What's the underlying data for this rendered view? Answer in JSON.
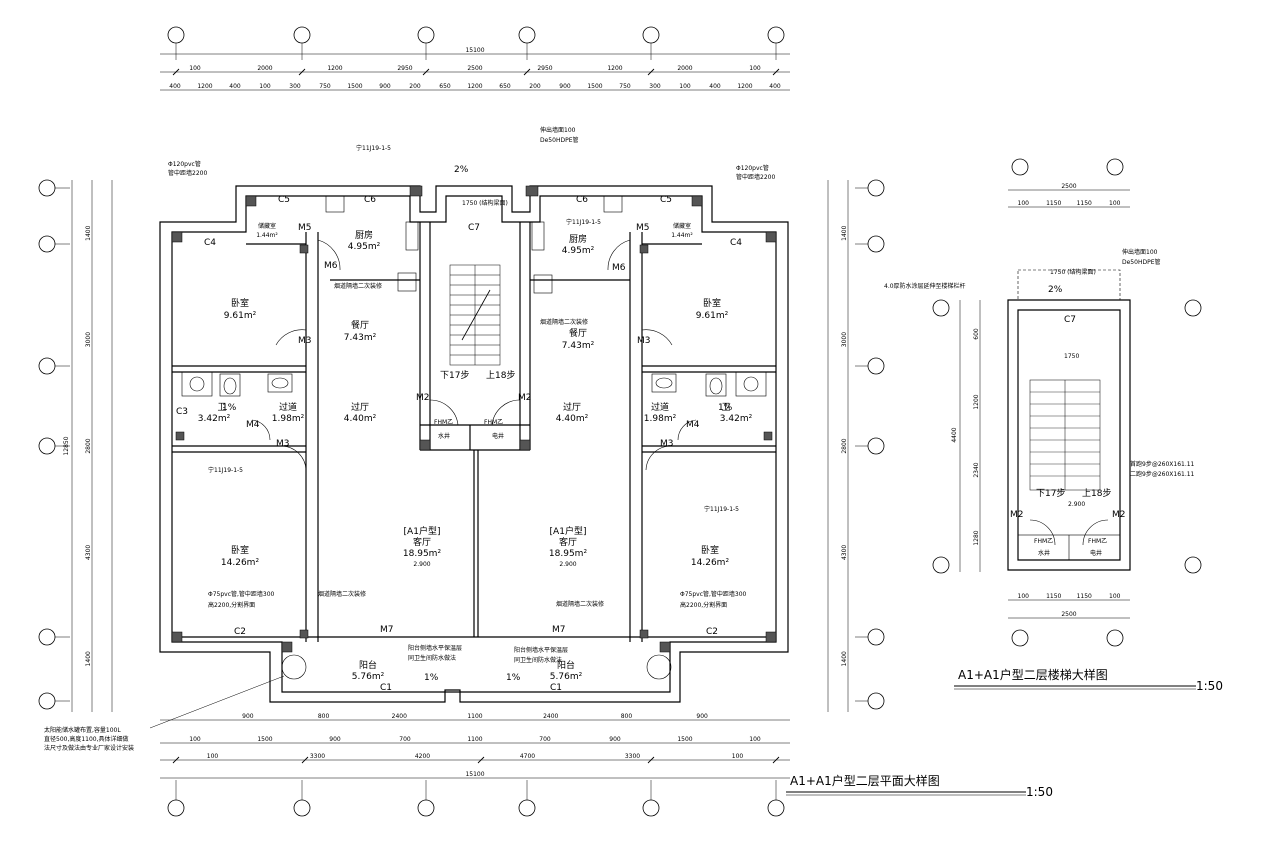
{
  "main_plan": {
    "title": "A1+A1户型二层平面大样图",
    "scale": "1:50",
    "total_dim": "15100",
    "top_dims": [
      "100",
      "2000",
      "1200",
      "2950",
      "2500",
      "2950",
      "1200",
      "2000",
      "100"
    ],
    "top_detail_dims": [
      "400",
      "1200",
      "400",
      "100",
      "300",
      "750",
      "1500",
      "900",
      "200",
      "650",
      "1200",
      "650",
      "200",
      "900",
      "1500",
      "750",
      "300",
      "100",
      "400",
      "1200",
      "400"
    ],
    "bottom_dims_1": [
      "900",
      "800",
      "2400",
      "1100",
      "2400",
      "800",
      "900"
    ],
    "bottom_dims_2": [
      "100",
      "1500",
      "900",
      "700",
      "1100",
      "700",
      "900",
      "1500",
      "100"
    ],
    "bottom_dims_3": [
      "100",
      "3300",
      "4200",
      "4700",
      "3300",
      "100"
    ],
    "bottom_total": "15100",
    "left_dims": [
      "1400",
      "3000",
      "2800",
      "4300",
      "1400"
    ],
    "left_total": "12850",
    "right_dims": [
      "1400",
      "3000",
      "2800",
      "4300",
      "1400"
    ],
    "rooms": [
      {
        "name": "卧室",
        "area": "9.61m²"
      },
      {
        "name": "餐厅",
        "area": "7.43m²"
      },
      {
        "name": "厨房",
        "area": "4.95m²"
      },
      {
        "name": "储藏室",
        "area": "1.44m²"
      },
      {
        "name": "过厅",
        "area": "4.40m²"
      },
      {
        "name": "过道",
        "area": "1.98m²"
      },
      {
        "name": "卫",
        "area": "3.42m²"
      },
      {
        "name": "卧室",
        "area": "14.26m²"
      },
      {
        "name": "客厅",
        "area": "18.95m²"
      },
      {
        "name": "阳台",
        "area": "5.76m²"
      }
    ],
    "unit_label": "[A1户型]",
    "level": "2.900",
    "doors": [
      "M3",
      "M4",
      "M5",
      "M6",
      "M7",
      "M2",
      "C1",
      "C2",
      "C3",
      "C4",
      "C5",
      "C6",
      "C7"
    ],
    "stairs": {
      "down": "下17步",
      "up": "上18步"
    },
    "notes": {
      "pipe_left": "Φ120pvc管",
      "pipe_left_2": "管中距墙2200",
      "pipe_right": "Φ120pvc管",
      "pipe_right_2": "管中距墙2200",
      "drain": "伸出墙面100",
      "drain_2": "De50HDPE管",
      "ref": "宁11J19-1-5",
      "slope": "2%",
      "slope_1": "1%",
      "ductpipe": "烟道隔墙二次装修",
      "bal_pipe_l": "Φ75pvc管,管中距墙300",
      "bal_pipe_l2": "高2200,分割界面",
      "bal_pipe_r": "Φ75pvc管,管中距墙300",
      "bal_pipe_r2": "高2200,分割界面",
      "bal_note": "阳台侧墙水平保温层",
      "bal_note2": "同卫生间防水做法",
      "solar_1": "太阳能储水罐布置,容量100L",
      "solar_2": "直径500,高度1100,具体详细做",
      "solar_3": "法尺寸及做法由专业厂家设计安装",
      "shaft_water": "水井",
      "shaft_elec": "电井",
      "fhm": "FHM乙",
      "beam": "1750 (结构梁面)"
    }
  },
  "stair_detail": {
    "title": "A1+A1户型二层楼梯大样图",
    "scale": "1:50",
    "top_dims": [
      "100",
      "1150",
      "1150",
      "100"
    ],
    "top_total": "2500",
    "bottom_dims": [
      "100",
      "1150",
      "1150",
      "100"
    ],
    "bottom_total": "2500",
    "note_1": "伸出墙面100",
    "note_2": "De50HDPE管",
    "note_3": "4.0厚防水涂层延伸至楼梯栏杆",
    "slope": "2%",
    "beam": "1750 (结构梁面)",
    "step_1": "首跑9步@260X161.11",
    "step_2": "二跑9步@260X161.11",
    "down": "下17步",
    "up": "上18步",
    "level": "2.900",
    "width": "1750",
    "left_dims": [
      "600",
      "1200",
      "2340",
      "1280"
    ],
    "left_total": "4400",
    "doors": [
      "M2",
      "M2",
      "C7"
    ],
    "fhm": [
      "FHM乙",
      "FHM乙"
    ],
    "shaft_water": "水井",
    "shaft_elec": "电井"
  }
}
